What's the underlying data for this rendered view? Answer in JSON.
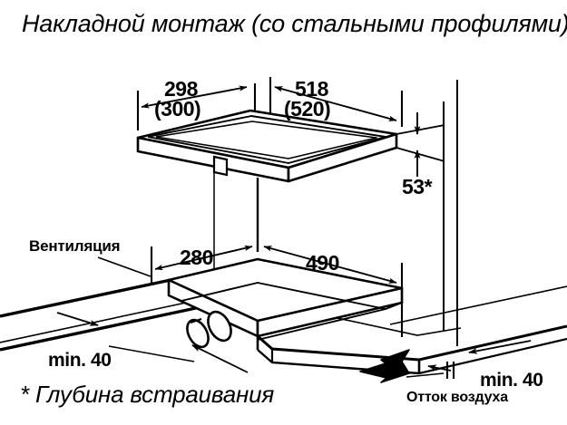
{
  "title": "Накладной монтаж (со стальными профилями)",
  "footnote": "* Глубина встраивания",
  "colors": {
    "ink": "#000000",
    "background": "#ffffff"
  },
  "dimensions": {
    "appliance_width_left": "298",
    "appliance_width_left_alt": "(300)",
    "appliance_width_right": "518",
    "appliance_width_right_alt": "(520)",
    "appliance_height": "53*",
    "cutout_left": "280",
    "cutout_right": "490",
    "min_gap_left": "min. 40",
    "min_gap_right": "min. 40"
  },
  "labels": {
    "ventilation": "Вентиляция",
    "air_outflow": "Отток воздуха"
  }
}
